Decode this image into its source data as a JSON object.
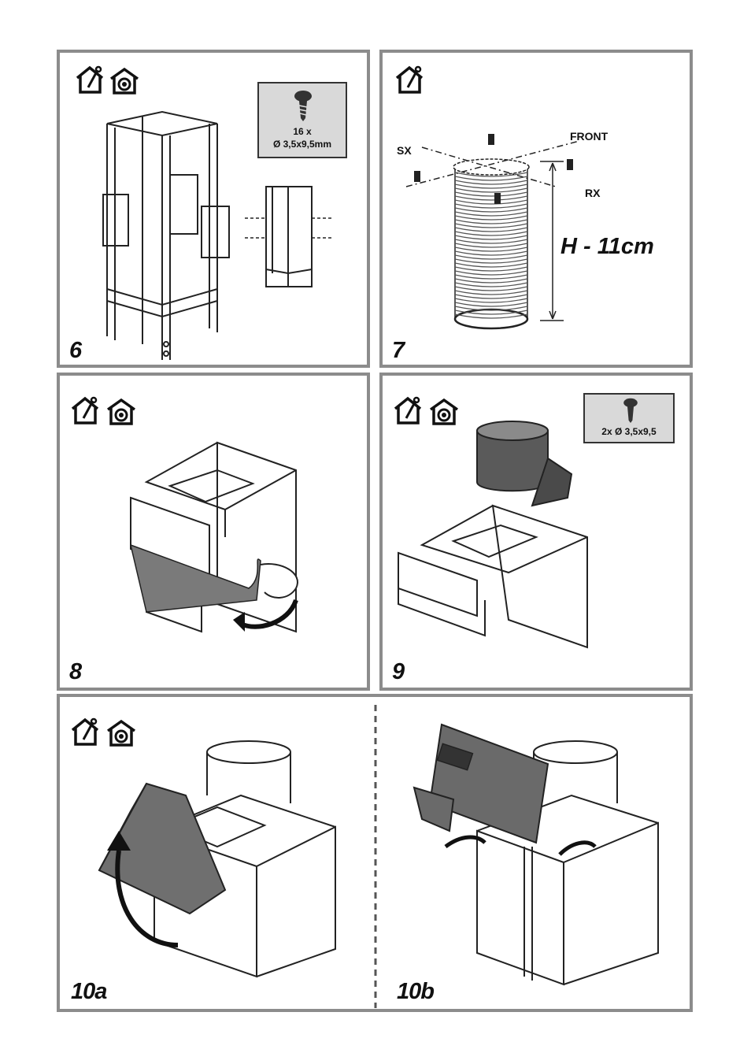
{
  "panels": {
    "p6": {
      "step": "6",
      "screw_qty": "16 x",
      "screw_size": "Ø 3,5x9,5mm"
    },
    "p7": {
      "step": "7",
      "label_sx": "SX",
      "label_front": "FRONT",
      "label_rx": "RX",
      "height_label": "H - 11cm"
    },
    "p8": {
      "step": "8"
    },
    "p9": {
      "step": "9",
      "screw_text": "2x Ø 3,5x9,5"
    },
    "p10": {
      "step_a": "10a",
      "step_b": "10b"
    }
  },
  "icons": {
    "install_house": "house-wrench-icon",
    "ducted_house": "house-duct-icon"
  },
  "colors": {
    "border": "#8c8c8c",
    "label_bg": "#d9d9d9",
    "ink": "#111111"
  }
}
